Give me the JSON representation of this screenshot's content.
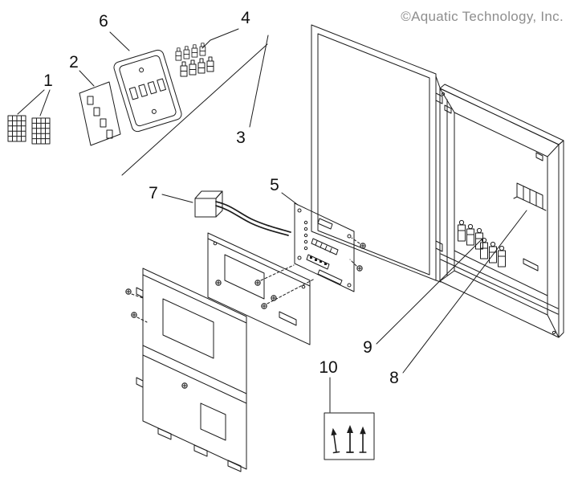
{
  "watermark": {
    "text": "©Aquatic Technology, Inc."
  },
  "colors": {
    "background": "#ffffff",
    "line": "#1c1c1c",
    "watermark": "#8e8e8e"
  },
  "parts": [
    {
      "number": "1"
    },
    {
      "number": "2"
    },
    {
      "number": "3"
    },
    {
      "number": "4"
    },
    {
      "number": "5"
    },
    {
      "number": "6"
    },
    {
      "number": "7"
    },
    {
      "number": "8"
    },
    {
      "number": "9"
    },
    {
      "number": "10"
    }
  ]
}
